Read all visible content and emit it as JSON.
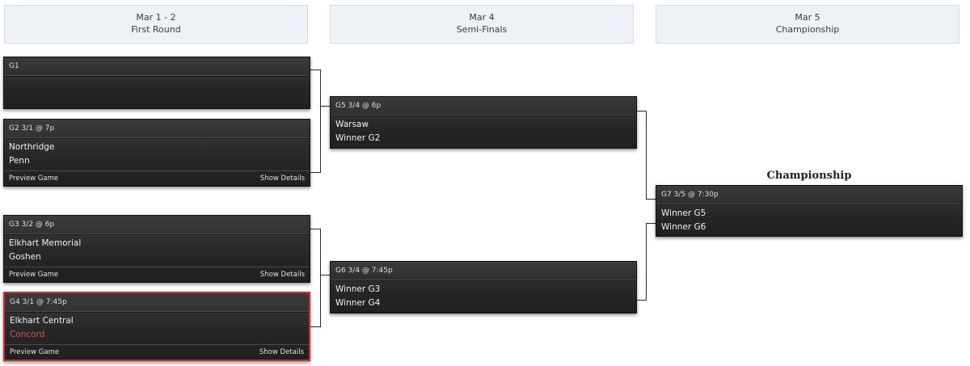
{
  "rounds": [
    {
      "date": "Mar 1 - 2",
      "name": "First Round"
    },
    {
      "date": "Mar 4",
      "name": "Semi-Finals"
    },
    {
      "date": "Mar 5",
      "name": "Championship"
    }
  ],
  "games": {
    "g1": {
      "header": "G1"
    },
    "g2": {
      "header": "G2 3/1 @ 7p",
      "team1": "Northridge",
      "team2": "Penn",
      "preview": "Preview Game",
      "details": "Show Details"
    },
    "g3": {
      "header": "G3 3/2 @ 6p",
      "team1": "Elkhart Memorial",
      "team2": "Goshen",
      "preview": "Preview Game",
      "details": "Show Details"
    },
    "g4": {
      "header": "G4 3/1 @ 7:45p",
      "team1": "Elkhart Central",
      "team2": "Concord",
      "preview": "Preview Game",
      "details": "Show Details"
    },
    "g5": {
      "header": "G5 3/4 @ 6p",
      "team1": "Warsaw",
      "team2": "Winner G2"
    },
    "g6": {
      "header": "G6 3/4 @ 7:45p",
      "team1": "Winner G3",
      "team2": "Winner G4"
    },
    "g7": {
      "header": "G7 3/5 @ 7:30p",
      "team1": "Winner G5",
      "team2": "Winner G6"
    }
  },
  "championship_title": "Championship",
  "colors": {
    "highlight_border": "#c8302c",
    "loser_text": "#d9534f"
  }
}
